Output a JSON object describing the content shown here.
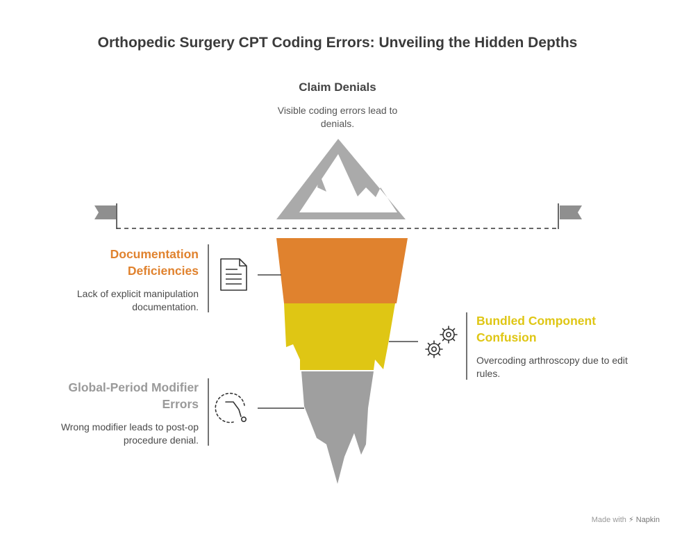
{
  "title": "Orthopedic Surgery CPT Coding Errors: Unveiling the Hidden Depths",
  "top": {
    "heading": "Claim Denials",
    "description": "Visible coding errors lead to denials."
  },
  "layers": [
    {
      "title": "Documentation Deficiencies",
      "description": "Lack of explicit manipulation documentation.",
      "icon": "document-icon",
      "color": "#e0822e"
    },
    {
      "title": "Bundled Component Confusion",
      "description": "Overcoding arthroscopy due to edit rules.",
      "icon": "gears-icon",
      "color": "#dfc614"
    },
    {
      "title": "Global-Period Modifier Errors",
      "description": "Wrong modifier leads to post-op procedure denial.",
      "icon": "timer-icon",
      "color": "#9a9a9a"
    }
  ],
  "footer": {
    "prefix": "Made with",
    "brand": "Napkin",
    "icon": "napkin-logo-icon"
  }
}
